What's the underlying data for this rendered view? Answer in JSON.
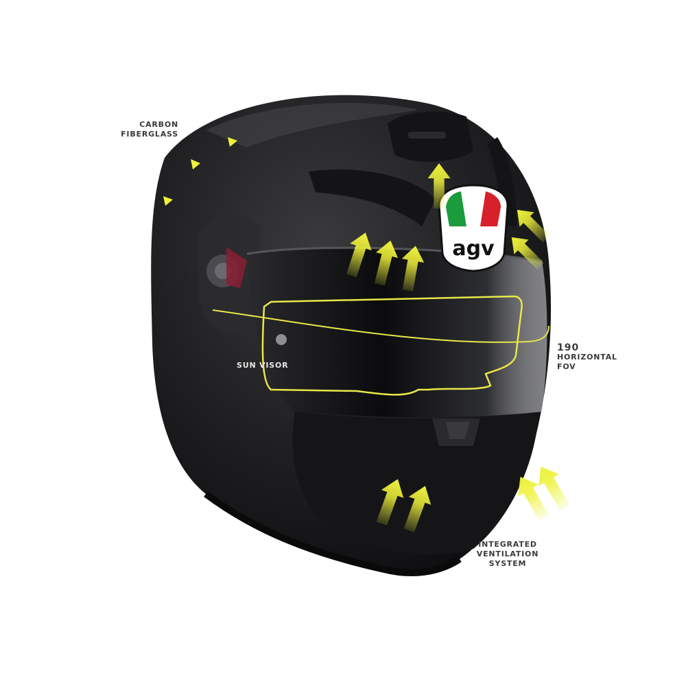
{
  "labels": {
    "carbon": [
      "CARBON",
      "FIBERGLASS"
    ],
    "sun_visor": "SUN VISOR",
    "fov": {
      "value": "190",
      "lines": [
        "HORIZONTAL",
        "FOV"
      ]
    },
    "ventilation": [
      "INTEGRATED",
      "VENTILATION",
      "SYSTEM"
    ]
  },
  "logo": {
    "text": "agv",
    "colors": [
      "#1a9b3c",
      "#ffffff",
      "#d8202b"
    ]
  },
  "colors": {
    "accent": "#eef23a",
    "shell": "#1c1c1e",
    "label": "#3a3a3a"
  },
  "icons": [
    "triangle-marker-icon",
    "airflow-arrow-icon"
  ]
}
